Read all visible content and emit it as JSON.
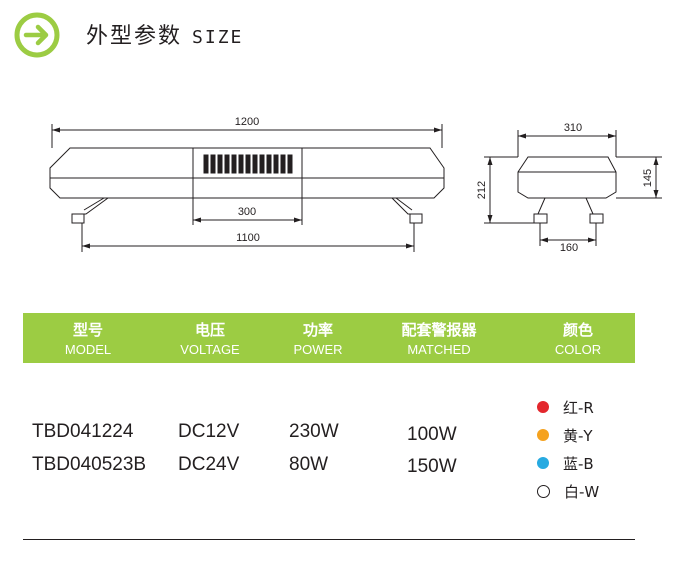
{
  "header": {
    "title_zh": "外型参数",
    "title_en": "SIZE",
    "colors": {
      "accent": "#9ccc43"
    }
  },
  "drawing": {
    "dim_total_length": "1200",
    "dim_mount_width": "300",
    "dim_mount_span": "1100",
    "dim_side_width": "310",
    "dim_body_height": "145",
    "dim_total_height": "212",
    "dim_bracket_span": "160"
  },
  "table": {
    "header_bg": "#9ccc43",
    "columns": [
      {
        "zh": "型号",
        "en": "MODEL"
      },
      {
        "zh": "电压",
        "en": "VOLTAGE"
      },
      {
        "zh": "功率",
        "en": "POWER"
      },
      {
        "zh": "配套警报器",
        "en": "MATCHED"
      },
      {
        "zh": "颜色",
        "en": "COLOR"
      }
    ],
    "rows": [
      {
        "model": "TBD041224",
        "voltage": "DC12V",
        "power": "230W",
        "matched": "100W"
      },
      {
        "model": "TBD040523B",
        "voltage": "DC24V",
        "power": "80W",
        "matched": "150W"
      }
    ],
    "colors": [
      {
        "label": "红-R",
        "hex": "#e3272d"
      },
      {
        "label": "黄-Y",
        "hex": "#f5a21f"
      },
      {
        "label": "蓝-B",
        "hex": "#27aae1"
      },
      {
        "label": "白-W",
        "hex": "#ffffff"
      }
    ]
  }
}
